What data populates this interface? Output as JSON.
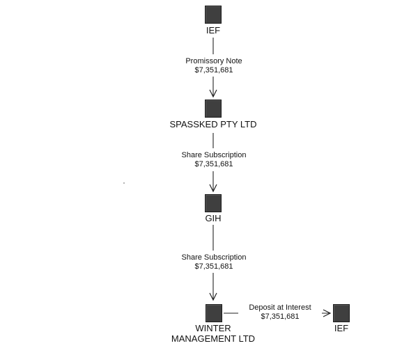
{
  "nodes": [
    {
      "id": "ief-top",
      "label": "IEF"
    },
    {
      "id": "spassked",
      "label": "SPASSKED PTY LTD"
    },
    {
      "id": "gih",
      "label": "GIH"
    },
    {
      "id": "winter",
      "label_line1": "WINTER",
      "label_line2": "MANAGEMENT LTD"
    },
    {
      "id": "ief-right",
      "label": "IEF"
    }
  ],
  "edges": [
    {
      "from": "ief-top",
      "to": "spassked",
      "label": "Promissory Note",
      "amount": "$7,351,681"
    },
    {
      "from": "spassked",
      "to": "gih",
      "label": "Share Subscription",
      "amount": "$7,351,681"
    },
    {
      "from": "gih",
      "to": "winter",
      "label": "Share Subscription",
      "amount": "$7,351,681"
    },
    {
      "from": "winter",
      "to": "ief-right",
      "label": "Deposit at Interest",
      "amount": "$7,351,681"
    }
  ],
  "colors": {
    "node_fill": "#3f3f3f",
    "line": "#222222"
  }
}
